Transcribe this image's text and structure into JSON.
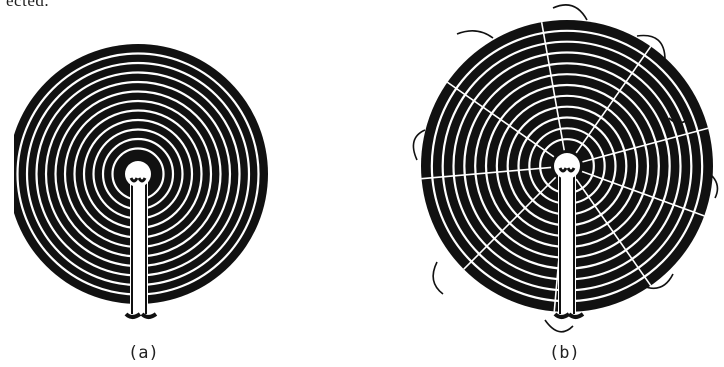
{
  "header_text": "ected.",
  "figures": [
    {
      "id": "a",
      "caption": "(a)"
    },
    {
      "id": "b",
      "caption": "(b)"
    }
  ],
  "colors": {
    "ink": "#111111",
    "paper": "#ffffff"
  }
}
